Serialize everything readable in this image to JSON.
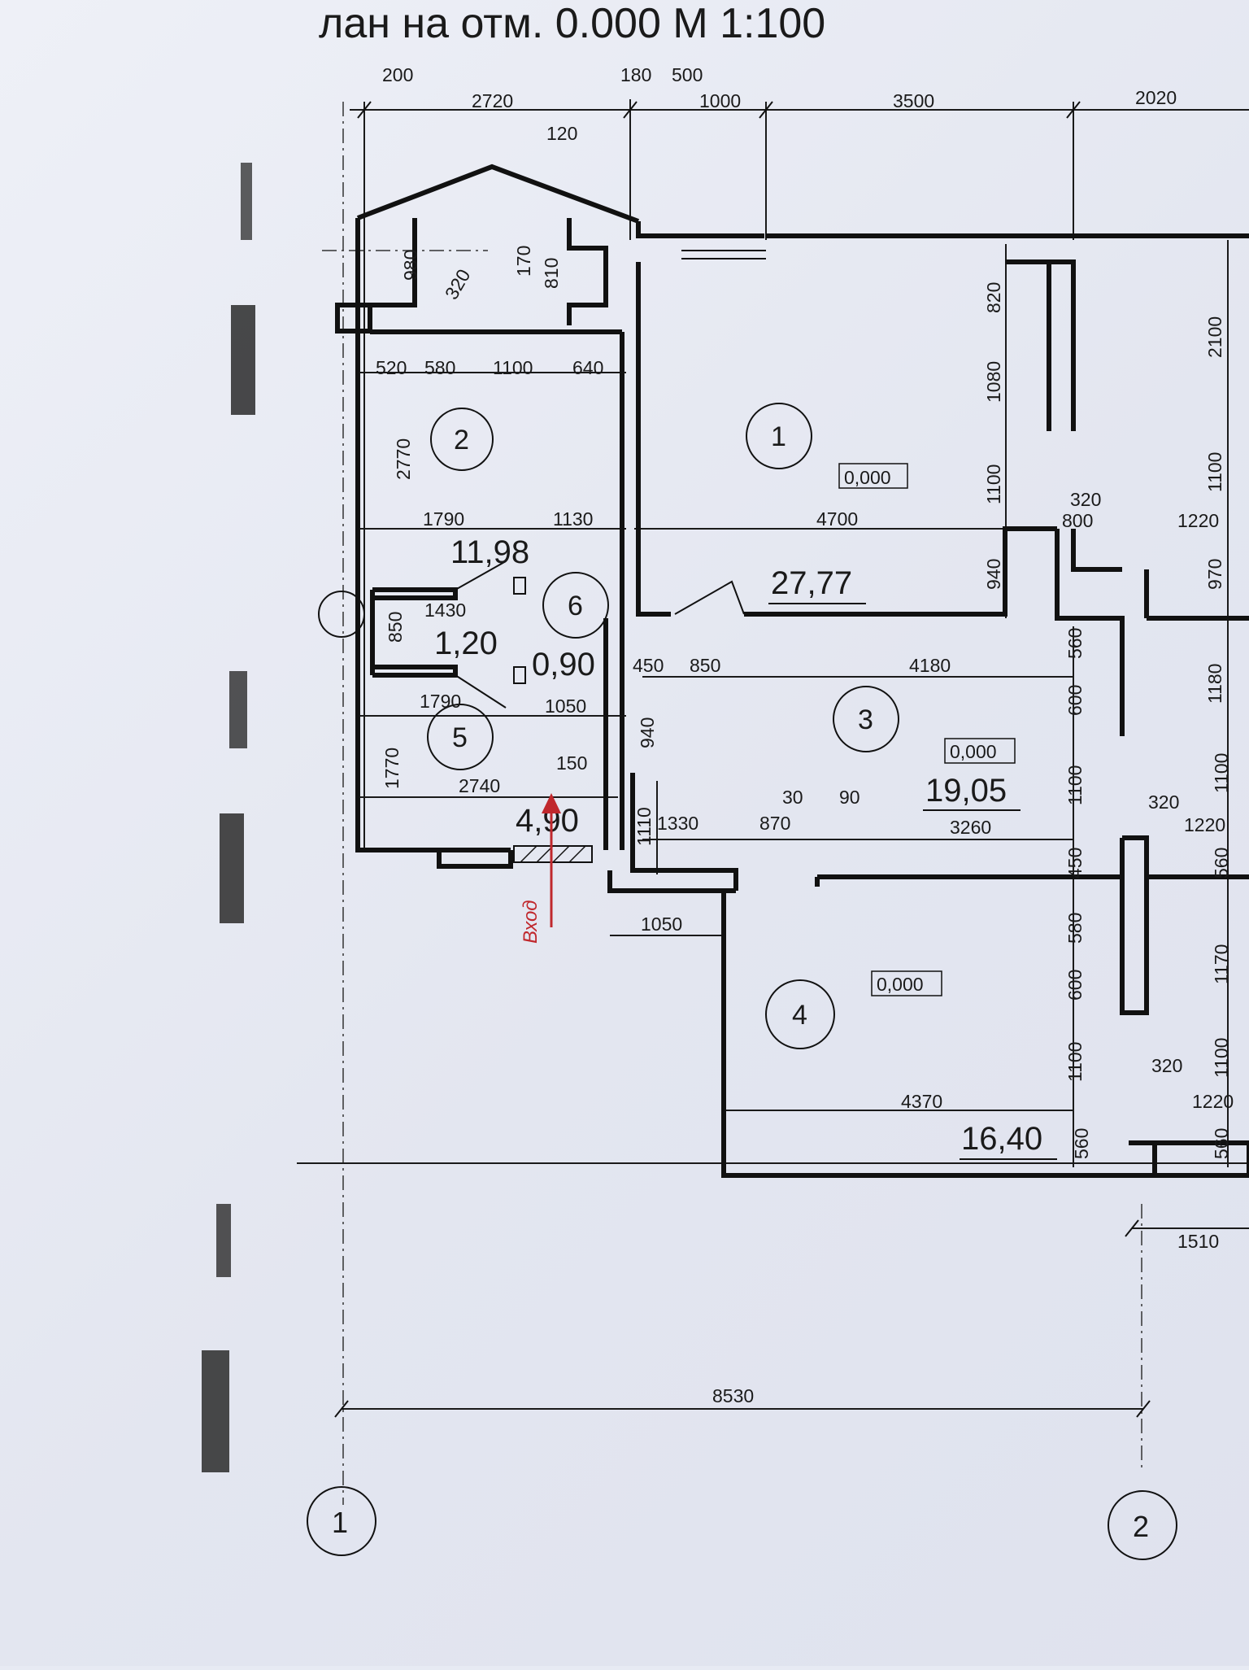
{
  "title": "лан на отм. 0.000 М 1:100",
  "entrance_label": "Вход",
  "accent_color": "#c0282d",
  "ink_color": "#1a1a1a",
  "axes": {
    "left": "1",
    "bottom": "2"
  },
  "rooms": [
    {
      "number": "1",
      "area": "27,77",
      "level": "0,000"
    },
    {
      "number": "2",
      "area": "11,98"
    },
    {
      "number": "3",
      "area": "19,05",
      "level": "0,000"
    },
    {
      "number": "4",
      "area": "16,40",
      "level": "0,000"
    },
    {
      "number": "5",
      "area": "4,90"
    },
    {
      "number": "6",
      "area": "0,90"
    }
  ],
  "small_area": "1,20",
  "dimensions": {
    "top_200": "200",
    "top_2720": "2720",
    "top_180": "180",
    "top_500": "500",
    "top_1000": "1000",
    "top_3500": "3500",
    "top_2020": "2020",
    "top_120": "120",
    "r2_980": "980",
    "r2_320": "320",
    "r2_170": "170",
    "r2_810": "810",
    "r2_520": "520",
    "r2_580": "580",
    "r2_1100": "1100",
    "r2_640": "640",
    "r2_2770": "2770",
    "r2_1790": "1790",
    "r2_1130": "1130",
    "r1_820": "820",
    "r1_1080": "1080",
    "r1_1100": "1100",
    "r1_4700": "4700",
    "r1_940": "940",
    "right_2100": "2100",
    "right_1100a": "1100",
    "right_320a": "320",
    "right_800": "800",
    "right_1220a": "1220",
    "right_970": "970",
    "right_1180": "1180",
    "bath_1430": "1430",
    "bath_850": "850",
    "r5_1790": "1790",
    "r5_1050": "1050",
    "r5_1770": "1770",
    "r5_2740": "2740",
    "r5_150": "150",
    "r3_450": "450",
    "r3_850": "850",
    "r3_4180": "4180",
    "r3_940": "940",
    "r3_560": "560",
    "r3_600": "600",
    "r3_1100": "1100",
    "r3_30": "30",
    "r3_90": "90",
    "r3_1110": "1110",
    "r3_1330": "1330",
    "r3_870": "870",
    "r3_3260": "3260",
    "right_320b": "320",
    "right_1220b": "1220",
    "right_1100b": "1100",
    "right_560a": "560",
    "r4_450": "450",
    "r4_580": "580",
    "r4_600": "600",
    "r4_1100": "1100",
    "r4_1050": "1050",
    "r4_4370": "4370",
    "r4_560": "560",
    "right_1170": "1170",
    "right_1100c": "1100",
    "right_320c": "320",
    "right_1220c": "1220",
    "right_560b": "560",
    "bottom_1510": "1510",
    "bottom_8530": "8530"
  }
}
